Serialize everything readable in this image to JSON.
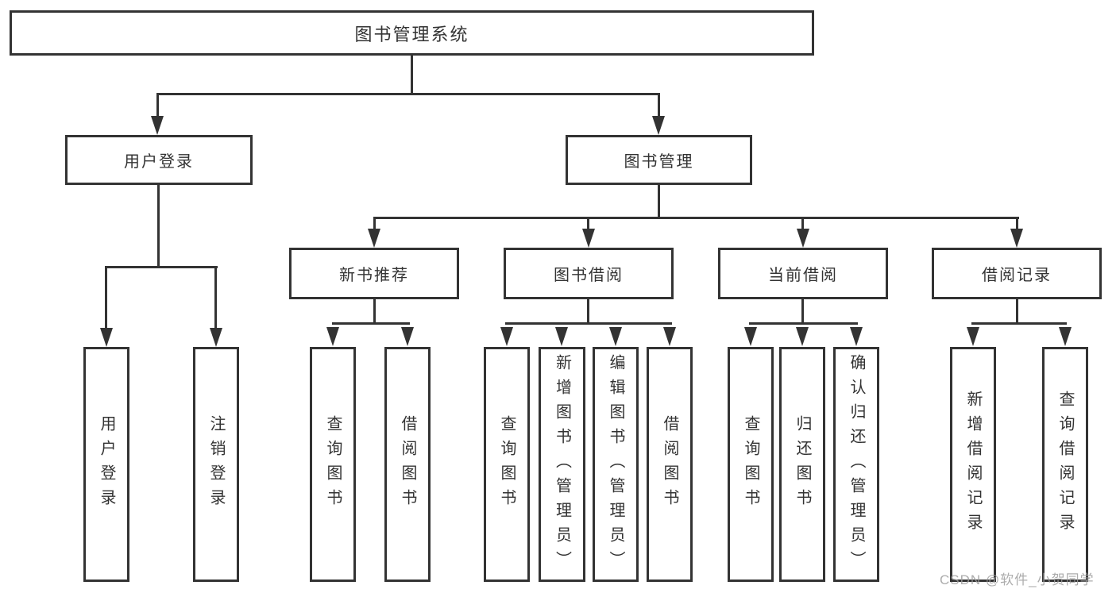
{
  "tree": {
    "root": "图书管理系统",
    "level2": [
      {
        "label": "用户登录"
      },
      {
        "label": "图书管理"
      }
    ],
    "level3": [
      {
        "label": "新书推荐"
      },
      {
        "label": "图书借阅"
      },
      {
        "label": "当前借阅"
      },
      {
        "label": "借阅记录"
      }
    ],
    "leaves": {
      "user_login": [
        "用户登录",
        "注销登录"
      ],
      "new_book_rec": [
        "查询图书",
        "借阅图书"
      ],
      "book_borrow": [
        "查询图书",
        "新增图书（管理员）",
        "编辑图书（管理员）",
        "借阅图书"
      ],
      "current_borrow": [
        "查询图书",
        "归还图书",
        "确认归还（管理员）"
      ],
      "borrow_record": [
        "新增借阅记录",
        "查询借阅记录"
      ]
    }
  },
  "colors": {
    "line": "#333333",
    "text": "#333333",
    "watermark": "#9e9e9e",
    "background": "#ffffff"
  },
  "watermark": "CSDN @软件_小贺同学"
}
